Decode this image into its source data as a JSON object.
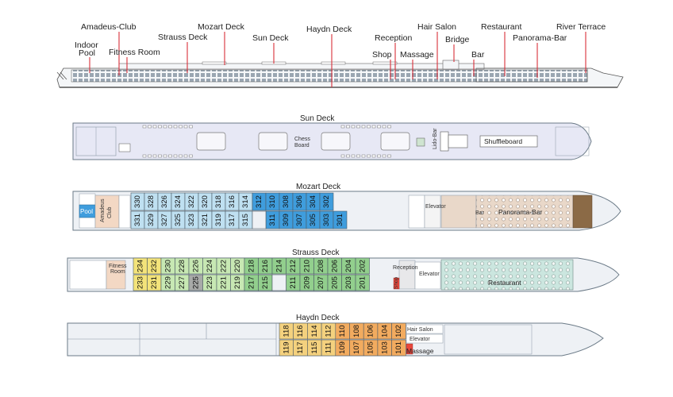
{
  "callouts": {
    "amadeus_club": "Amadeus-Club",
    "indoor_pool": "Indoor\nPool",
    "fitness_room": "Fitness Room",
    "strauss_deck": "Strauss Deck",
    "mozart_deck": "Mozart Deck",
    "sun_deck": "Sun Deck",
    "haydn_deck": "Haydn Deck",
    "reception": "Reception",
    "shop": "Shop",
    "massage": "Massage",
    "hair_salon": "Hair Salon",
    "bridge": "Bridge",
    "bar": "Bar",
    "restaurant": "Restaurant",
    "panorama_bar": "Panorama-Bar",
    "river_terrace": "River Terrace"
  },
  "sun_deck": {
    "title": "Sun Deck",
    "chess_board": "Chess\nBoard",
    "lido_bar": "Lido-Bar",
    "shuffleboard": "Shuffleboard"
  },
  "mozart_deck": {
    "title": "Mozart Deck",
    "pool": "Pool",
    "amadeus_club": "Amadeus\nClub",
    "elevator": "Elevator",
    "bar": "Bar",
    "panorama_bar": "Panorama-Bar",
    "top_cabins": [
      "330",
      "328",
      "326",
      "324",
      "322",
      "320",
      "318",
      "316",
      "314",
      "312",
      "310",
      "308",
      "306",
      "304",
      "302"
    ],
    "bottom_cabins": [
      "331",
      "329",
      "327",
      "325",
      "323",
      "321",
      "319",
      "317",
      "315",
      "311",
      "309",
      "307",
      "305",
      "303",
      "301"
    ],
    "colors": {
      "light": "#bfe0f1",
      "dark": "#3f9ddd"
    }
  },
  "strauss_deck": {
    "title": "Strauss Deck",
    "fitness_room": "Fitness\nRoom",
    "reception": "Reception",
    "elevator": "Elevator",
    "shop": "Shop",
    "restaurant": "Restaurant",
    "top_cabins": [
      "234",
      "232",
      "230",
      "228",
      "226",
      "224",
      "222",
      "220",
      "218",
      "216",
      "214",
      "212",
      "210",
      "208",
      "206",
      "204",
      "202"
    ],
    "bottom_cabins": [
      "233",
      "231",
      "229",
      "227",
      "225",
      "223",
      "221",
      "219",
      "217",
      "215",
      "211",
      "209",
      "207",
      "205",
      "203",
      "201"
    ],
    "colors": {
      "yellow": "#f3e37a",
      "lightgreen": "#c7e8b3",
      "green": "#92cf8d",
      "grey": "#a8aaa8"
    }
  },
  "haydn_deck": {
    "title": "Haydn Deck",
    "hair_salon": "Hair Salon",
    "elevator": "Elevator",
    "massage": "Massage",
    "top_cabins": [
      "118",
      "116",
      "114",
      "112",
      "110",
      "108",
      "106",
      "104",
      "102"
    ],
    "bottom_cabins": [
      "119",
      "117",
      "115",
      "111",
      "109",
      "107",
      "105",
      "103",
      "101"
    ],
    "colors": {
      "yellow": "#f4d17e",
      "orange": "#f2ab5f",
      "red": "#e9473c"
    }
  },
  "colors": {
    "callout_line": "#d8303a",
    "outline": "#6b7a87",
    "deck_fill": "#eef1f5",
    "sun_fill": "#e7e8f5",
    "restaurant_fill": "#cbe6df",
    "panorama_fill": "#e9d8c9"
  }
}
